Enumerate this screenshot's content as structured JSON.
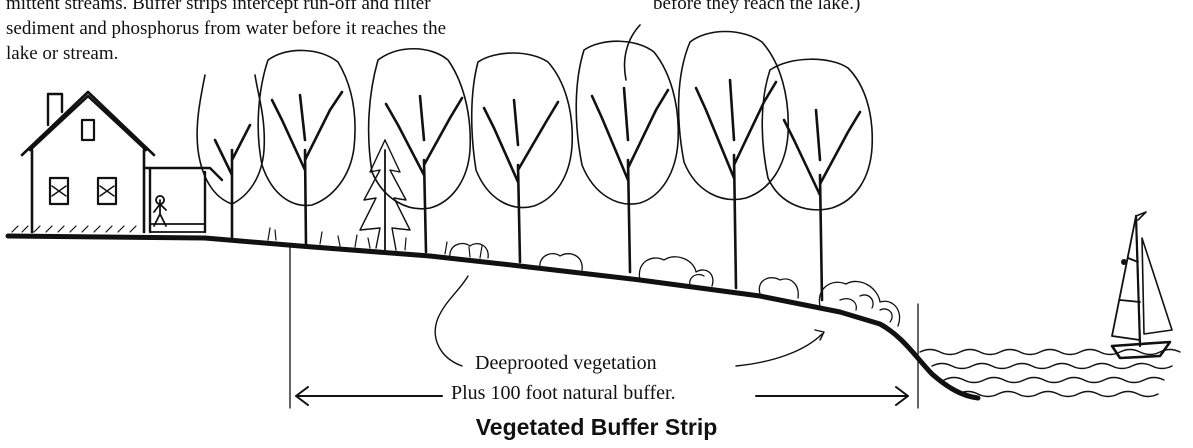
{
  "text_left": [
    "mittent streams. Buffer strips intercept run-off and filter",
    "sediment and phosphorus from water before it reaches the",
    "lake or stream."
  ],
  "text_right": "before they reach the lake.)",
  "label_vegetation": "Deeprooted vegetation",
  "label_buffer": "Plus 100 foot natural buffer.",
  "caption": "Vegetated Buffer Strip"
}
